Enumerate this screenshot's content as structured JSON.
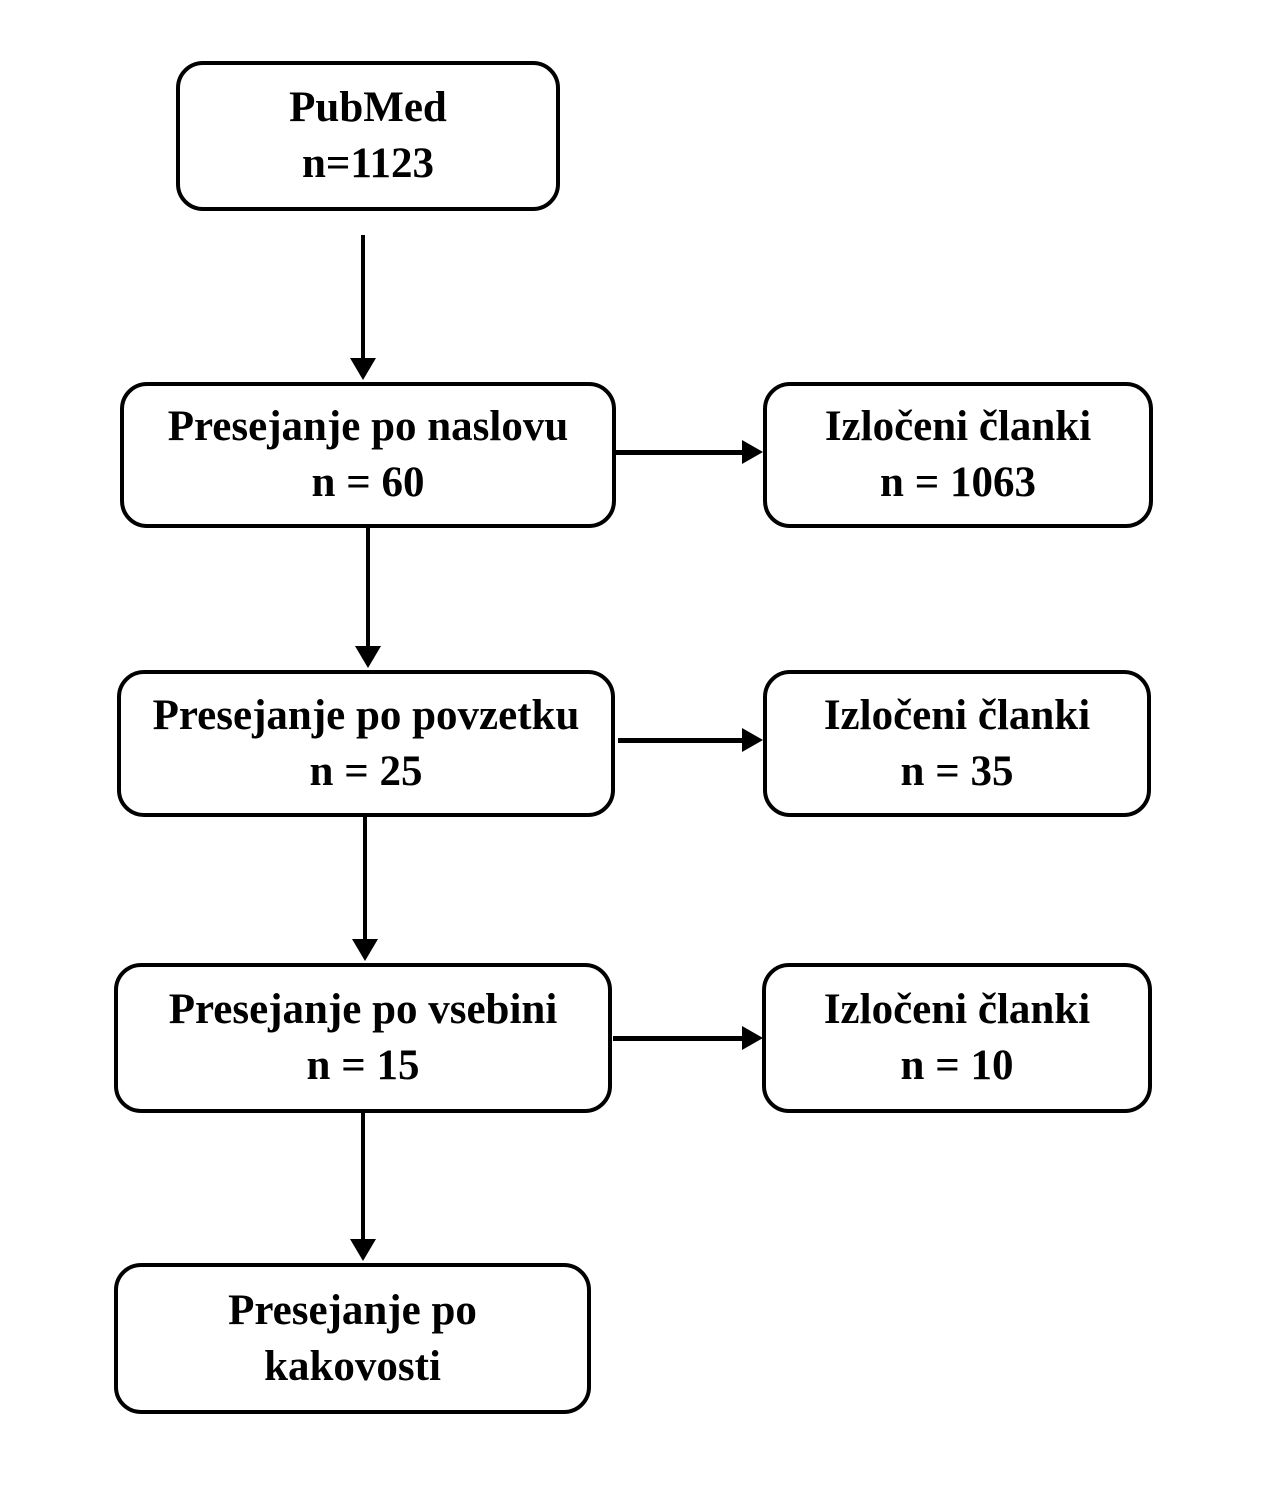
{
  "diagram": {
    "type": "flowchart",
    "colors": {
      "border": "#000000",
      "text": "#000000",
      "background": "#ffffff"
    },
    "nodes": {
      "pubmed": {
        "lines": [
          "PubMed",
          "n=1123"
        ]
      },
      "screen_title": {
        "lines": [
          "Presejanje po naslovu",
          "n = 60"
        ]
      },
      "excluded_title": {
        "lines": [
          "Izločeni članki",
          "n = 1063"
        ]
      },
      "screen_abstract": {
        "lines": [
          "Presejanje po povzetku",
          "n = 25"
        ]
      },
      "excluded_abstract": {
        "lines": [
          "Izločeni članki",
          "n = 35"
        ]
      },
      "screen_content": {
        "lines": [
          "Presejanje po vsebini",
          "n = 15"
        ]
      },
      "excluded_content": {
        "lines": [
          "Izločeni članki",
          "n = 10"
        ]
      },
      "screen_quality": {
        "lines": [
          "Presejanje po",
          "kakovosti"
        ]
      }
    },
    "edges": [
      {
        "from": "pubmed",
        "to": "screen_title",
        "direction": "down"
      },
      {
        "from": "screen_title",
        "to": "excluded_title",
        "direction": "right"
      },
      {
        "from": "screen_title",
        "to": "screen_abstract",
        "direction": "down"
      },
      {
        "from": "screen_abstract",
        "to": "excluded_abstract",
        "direction": "right"
      },
      {
        "from": "screen_abstract",
        "to": "screen_content",
        "direction": "down"
      },
      {
        "from": "screen_content",
        "to": "excluded_content",
        "direction": "right"
      },
      {
        "from": "screen_content",
        "to": "screen_quality",
        "direction": "down"
      }
    ]
  }
}
